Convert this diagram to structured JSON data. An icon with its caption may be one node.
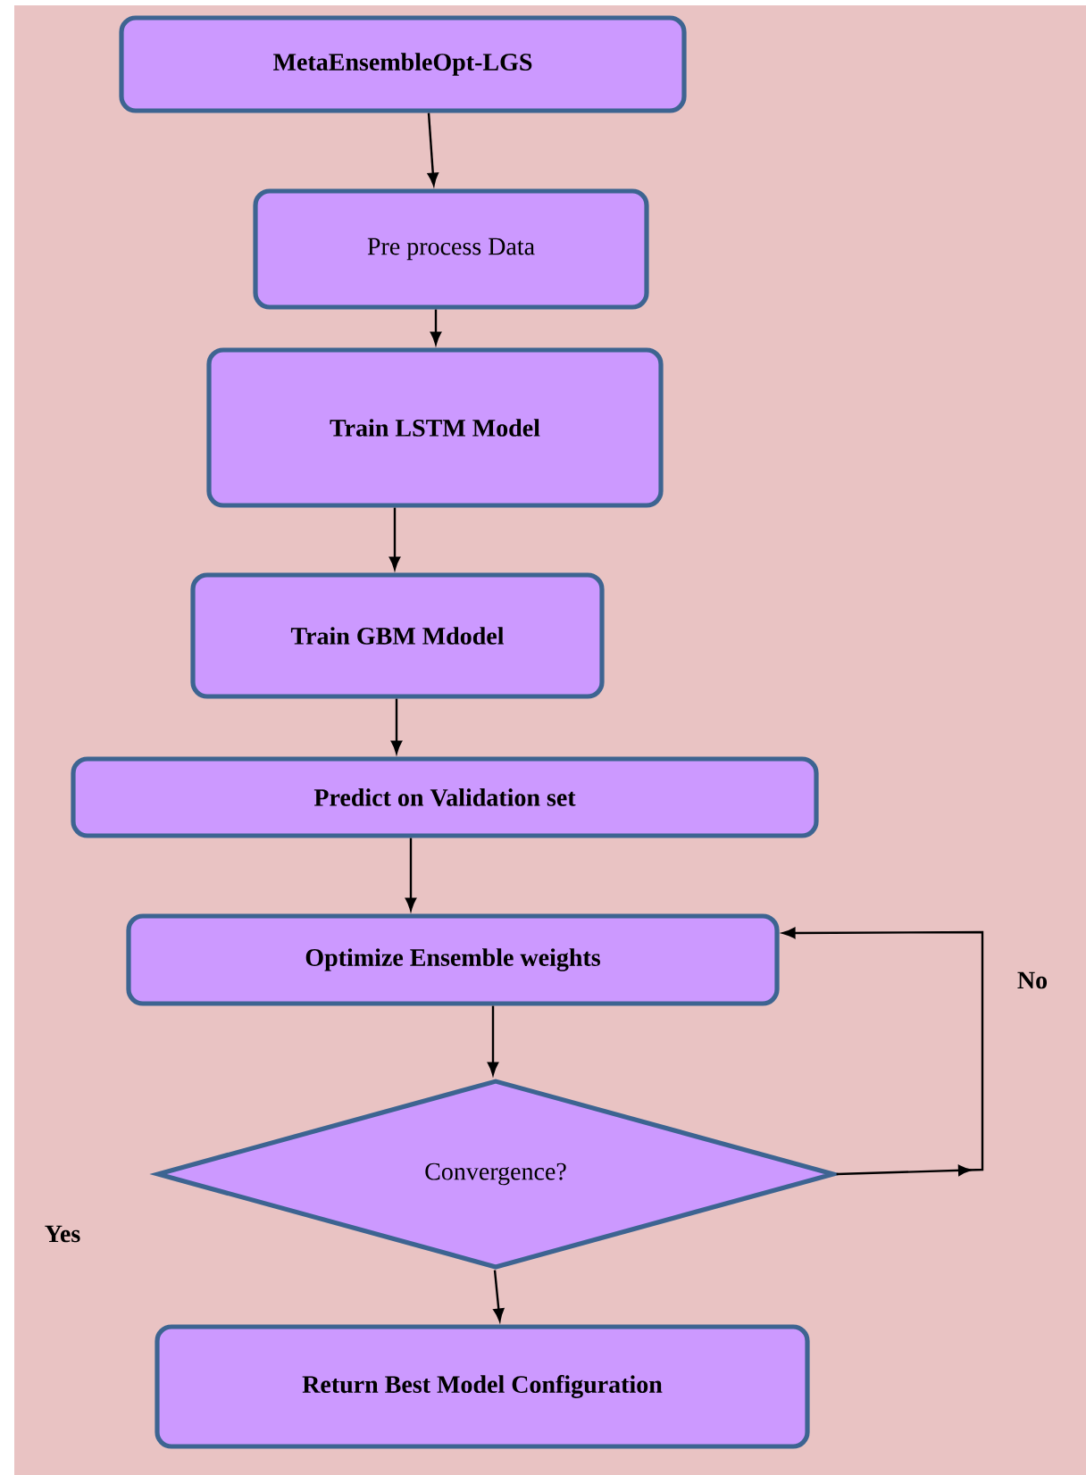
{
  "diagram": {
    "nodes": [
      {
        "text": [
          "MetaEnsembleOpt-LGS"
        ]
      },
      {
        "text": [
          "Pre process Data"
        ]
      },
      {
        "text": [
          "Train LSTM Model"
        ]
      },
      {
        "text": [
          "Train GBM Mdodel"
        ]
      },
      {
        "text": [
          "Predict on Validation set"
        ]
      },
      {
        "text": [
          "Optimize Ensemble weights"
        ]
      },
      {
        "text": [
          "Convergence?"
        ]
      },
      {
        "text": [
          "Return Best Model Configuration"
        ]
      }
    ],
    "edges": [
      {
        "from": 0,
        "to": 1,
        "arrow": "to"
      },
      {
        "from": 1,
        "to": 2,
        "arrow": "to"
      },
      {
        "from": 2,
        "to": 3,
        "arrow": "to"
      },
      {
        "from": 3,
        "to": 4,
        "arrow": "to"
      },
      {
        "from": 4,
        "to": 5,
        "arrow": "to"
      },
      {
        "from": 5,
        "to": 6,
        "arrow": "to"
      },
      {
        "from": 6,
        "to": 7,
        "arrow": "to"
      },
      {
        "from": 6,
        "to": 5,
        "arrow": "to",
        "label": "No"
      }
    ],
    "labels": [
      "Yes"
    ]
  }
}
